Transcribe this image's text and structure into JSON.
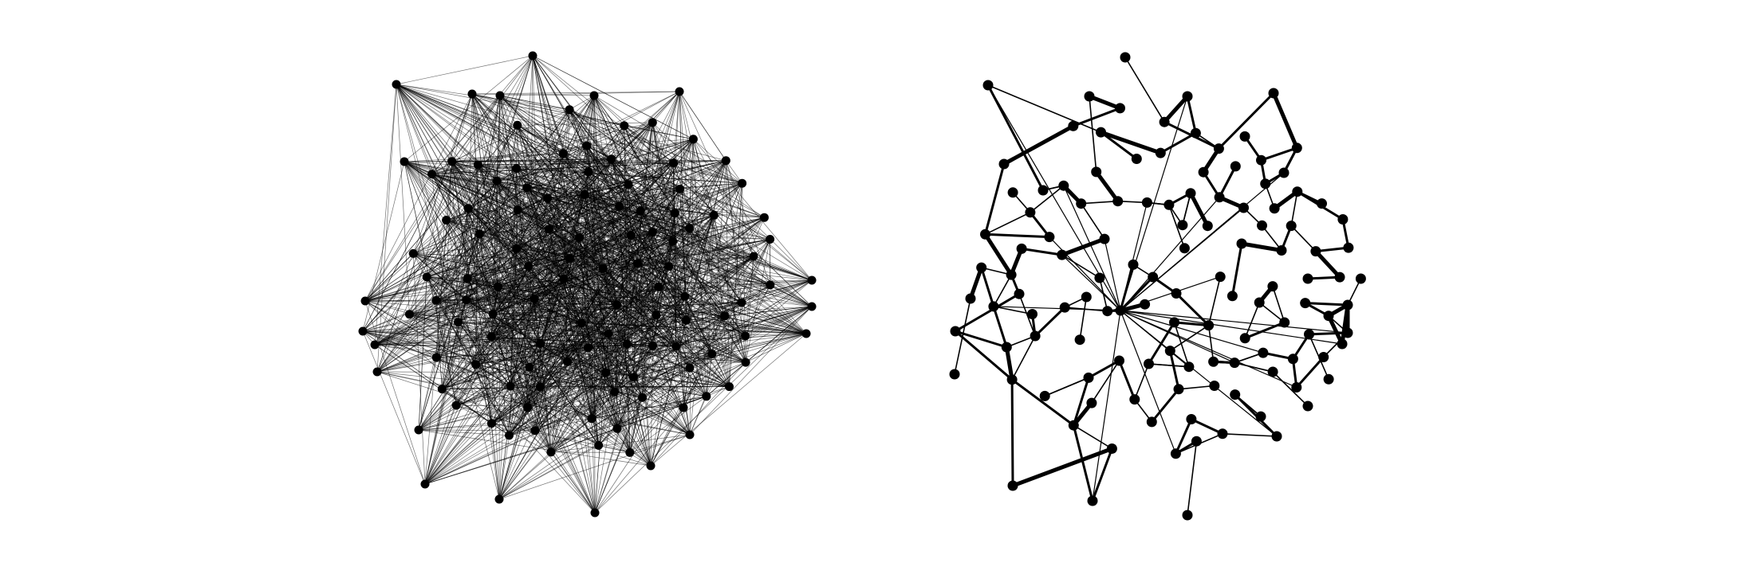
{
  "figure": {
    "background": "#ffffff",
    "ink": "#000000"
  },
  "panels": [
    {
      "id": "dense",
      "node_count": 120,
      "edge_style": "thin-dense",
      "seed": 20240611
    },
    {
      "id": "sparse",
      "node_count": 120,
      "edge_style": "weighted-sparse",
      "seed": 77731
    }
  ]
}
